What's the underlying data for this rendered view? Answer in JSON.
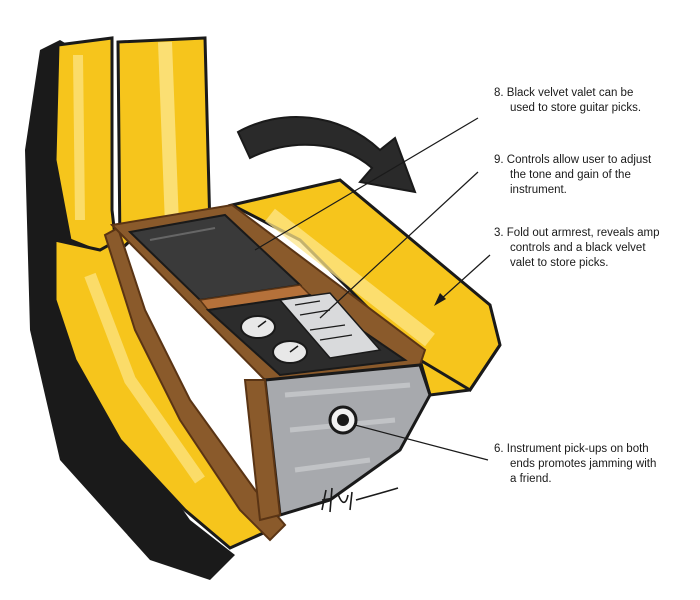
{
  "callouts": [
    {
      "id": "8",
      "lines": [
        "8. Black velvet valet can be",
        "used to store guitar picks."
      ]
    },
    {
      "id": "9",
      "lines": [
        "9. Controls allow user to adjust",
        "the tone and gain of the",
        "instrument."
      ]
    },
    {
      "id": "3",
      "lines": [
        "3. Fold out armrest, reveals amp",
        "controls and a black velvet",
        "valet to store picks."
      ]
    },
    {
      "id": "6",
      "lines": [
        "6. Instrument pick-ups on both",
        "ends promotes jamming with",
        "a friend."
      ]
    }
  ],
  "colors": {
    "upholstery": "#f6c51c",
    "upholstery_light": "#fde58a",
    "frame_wood": "#8a5a2b",
    "wood_dark": "#5a3414",
    "panel_grey": "#a7a9ad",
    "outline": "#1a1a1a",
    "valet_black": "#3a3a3a"
  },
  "icons": [
    "curved-arrow-icon",
    "control-knob-icon",
    "pickup-jack-icon",
    "signature-mark"
  ]
}
